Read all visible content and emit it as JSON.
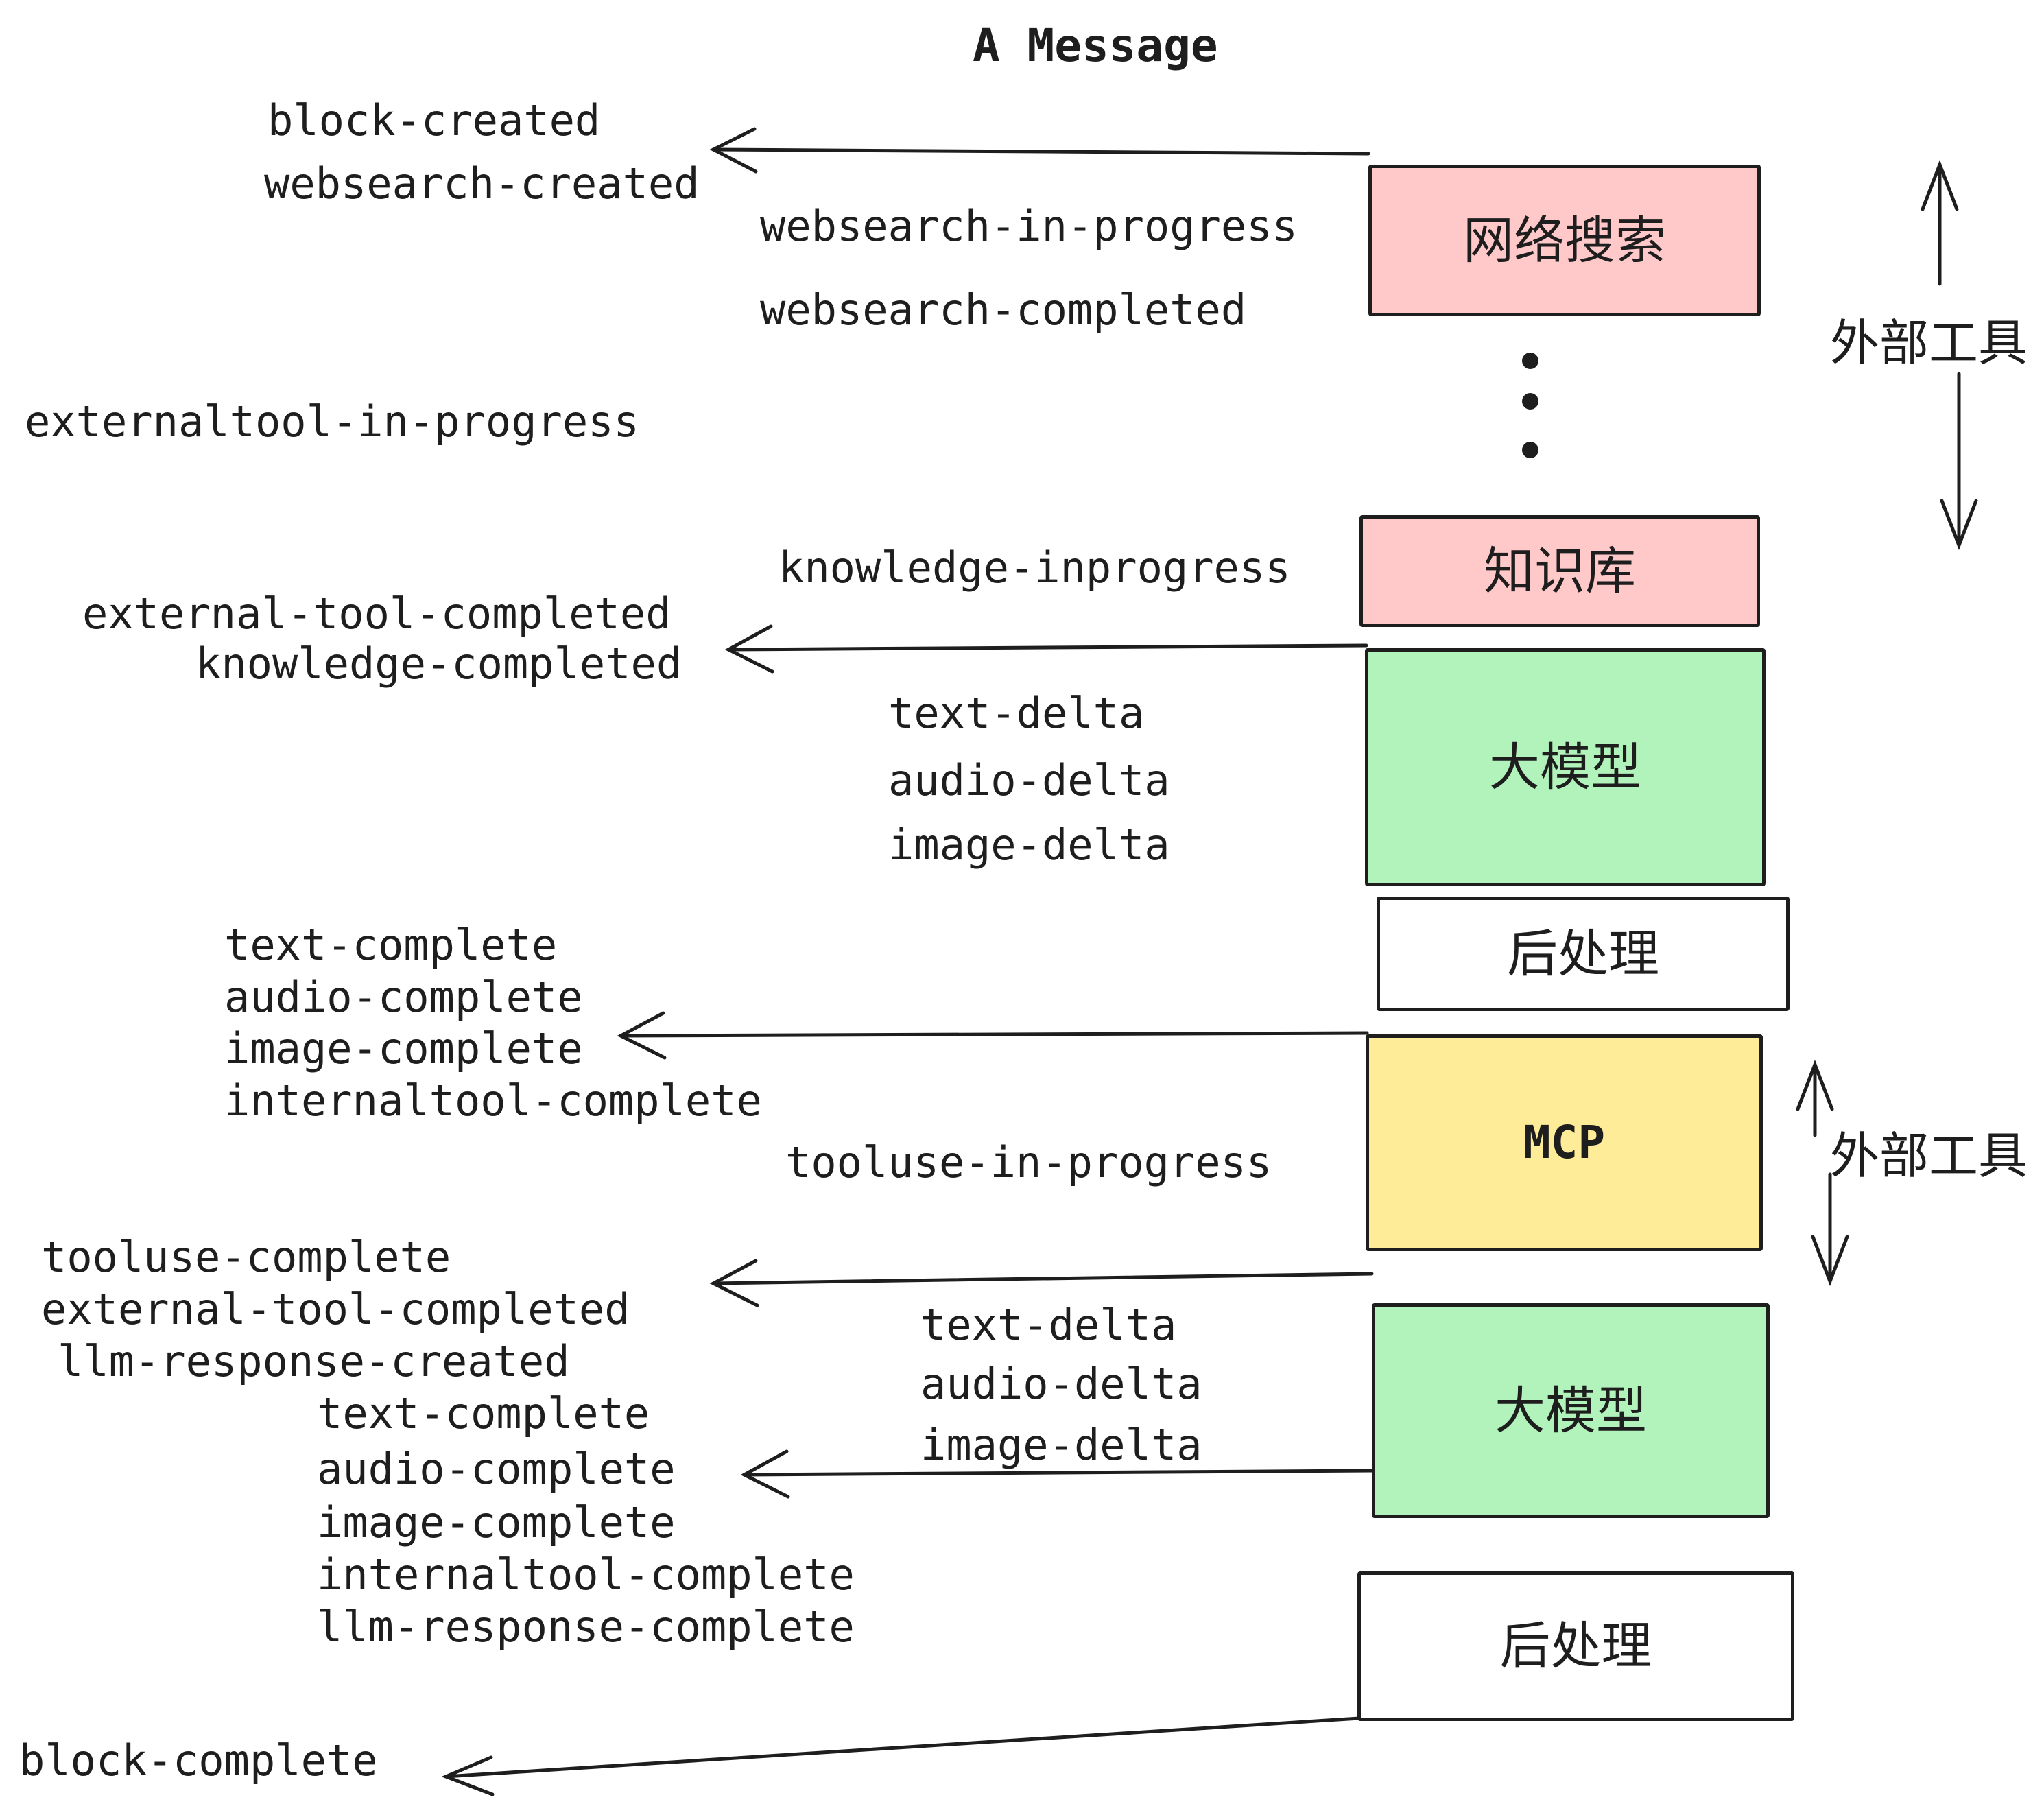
{
  "title": "A Message",
  "colors": {
    "pink": "#ffc9c9",
    "green": "#b2f2bb",
    "yellow": "#ffec99",
    "stroke": "#1e1e1e",
    "background": "#ffffff"
  },
  "boxes": [
    {
      "id": "websearch",
      "label": "网络搜索",
      "color": "pink"
    },
    {
      "id": "knowledge",
      "label": "知识库",
      "color": "pink"
    },
    {
      "id": "llm-1",
      "label": "大模型",
      "color": "green"
    },
    {
      "id": "postprocess-1",
      "label": "后处理",
      "color": "white"
    },
    {
      "id": "mcp",
      "label": "MCP",
      "color": "yellow"
    },
    {
      "id": "llm-2",
      "label": "大模型",
      "color": "green"
    },
    {
      "id": "postprocess-2",
      "label": "后处理",
      "color": "white"
    }
  ],
  "annotations": [
    {
      "id": "external-tools-top",
      "text": "外部工具"
    },
    {
      "id": "external-tools-mcp",
      "text": "外部工具"
    }
  ],
  "events": [
    {
      "id": "block-created",
      "text": "block-created"
    },
    {
      "id": "websearch-created",
      "text": "websearch-created"
    },
    {
      "id": "websearch-in-progress",
      "text": "websearch-in-progress"
    },
    {
      "id": "websearch-completed",
      "text": "websearch-completed"
    },
    {
      "id": "externaltool-in-progress",
      "text": "externaltool-in-progress"
    },
    {
      "id": "knowledge-inprogress",
      "text": "knowledge-inprogress"
    },
    {
      "id": "external-tool-completed-1",
      "text": "external-tool-completed"
    },
    {
      "id": "knowledge-completed",
      "text": "knowledge-completed"
    },
    {
      "id": "text-delta-1",
      "text": "text-delta"
    },
    {
      "id": "audio-delta-1",
      "text": "audio-delta"
    },
    {
      "id": "image-delta-1",
      "text": "image-delta"
    },
    {
      "id": "text-complete-1",
      "text": "text-complete"
    },
    {
      "id": "audio-complete-1",
      "text": "audio-complete"
    },
    {
      "id": "image-complete-1",
      "text": "image-complete"
    },
    {
      "id": "internaltool-complete-1",
      "text": "internaltool-complete"
    },
    {
      "id": "tooluse-in-progress",
      "text": "tooluse-in-progress"
    },
    {
      "id": "tooluse-complete",
      "text": "tooluse-complete"
    },
    {
      "id": "external-tool-completed-2",
      "text": "external-tool-completed"
    },
    {
      "id": "llm-response-created",
      "text": "llm-response-created"
    },
    {
      "id": "text-complete-2",
      "text": "text-complete"
    },
    {
      "id": "audio-complete-2",
      "text": "audio-complete"
    },
    {
      "id": "image-complete-2",
      "text": "image-complete"
    },
    {
      "id": "internaltool-complete-2",
      "text": "internaltool-complete"
    },
    {
      "id": "llm-response-complete",
      "text": "llm-response-complete"
    },
    {
      "id": "block-complete",
      "text": "block-complete"
    }
  ]
}
